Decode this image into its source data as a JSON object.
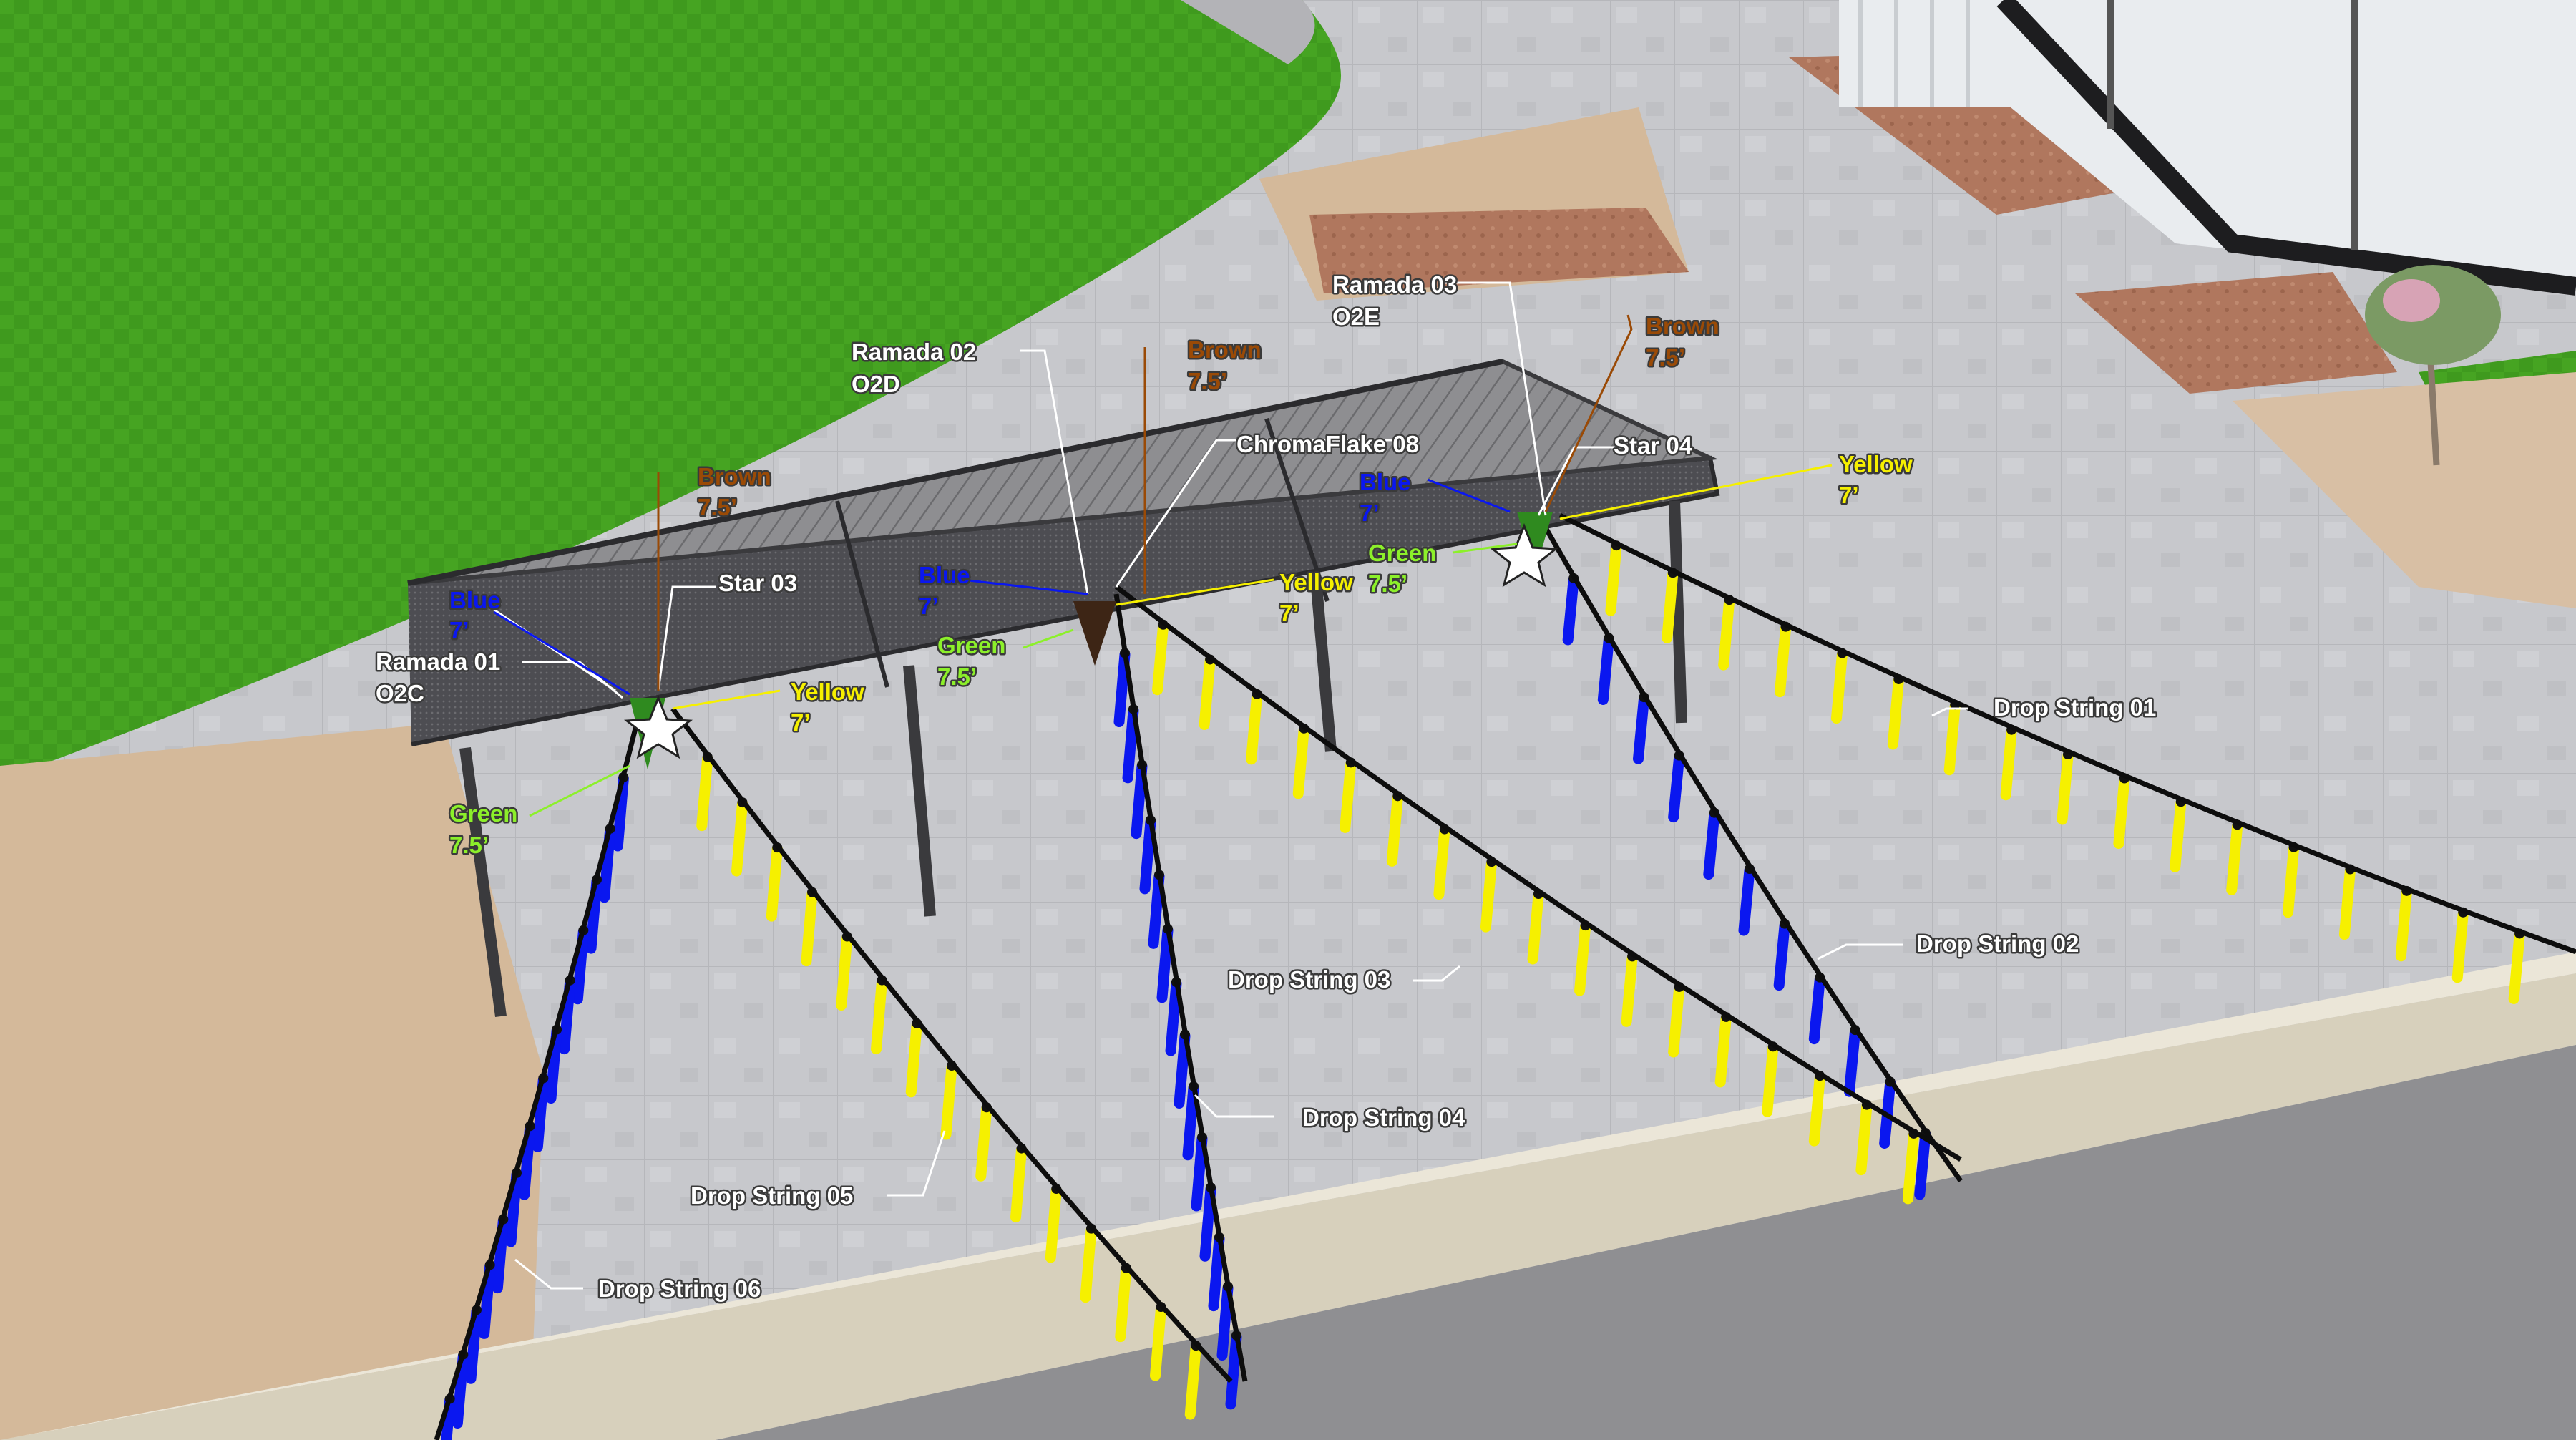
{
  "colors": {
    "blue": "#0a17f0",
    "yellow": "#f6f000",
    "green": "#8cf02a",
    "brown": "#9a4a06",
    "white": "#ffffff",
    "grass": "#3f9a1e",
    "pavement": "#c7c8cc",
    "sand": "#d4b99a",
    "brick": "#b0775e",
    "asphalt": "#8f8f92"
  },
  "ramadas": [
    {
      "name": "Ramada 01",
      "code": "O2C"
    },
    {
      "name": "Ramada 02",
      "code": "O2D"
    },
    {
      "name": "Ramada 03",
      "code": "O2E"
    }
  ],
  "tree_labels": [
    {
      "color_name": "Blue",
      "height": "7’"
    },
    {
      "color_name": "Brown",
      "height": "7.5’"
    },
    {
      "color_name": "Yellow",
      "height": "7’"
    },
    {
      "color_name": "Green",
      "height": "7.5’"
    }
  ],
  "labels": {
    "blue_1": "Blue",
    "blue_1_h": "7’",
    "brown_1": "Brown",
    "brown_1_h": "7.5’",
    "star_03": "Star 03",
    "yellow_1": "Yellow",
    "yellow_1_h": "7’",
    "green_1": "Green",
    "green_1_h": "7.5’",
    "brown_2": "Brown",
    "brown_2_h": "7.5’",
    "chromaflake": "ChromaFlake 08",
    "blue_2": "Blue",
    "blue_2_h": "7’",
    "yellow_2": "Yellow",
    "yellow_2_h": "7’",
    "green_2": "Green",
    "green_2_h": "7.5’",
    "brown_3": "Brown",
    "brown_3_h": "7.5’",
    "star_04": "Star 04",
    "blue_3": "Blue",
    "blue_3_h": "7’",
    "yellow_3": "Yellow",
    "yellow_3_h": "7’",
    "green_3": "Green",
    "green_3_h": "7.5’"
  },
  "drop_strings": [
    {
      "name": "Drop String 01",
      "color": "yellow"
    },
    {
      "name": "Drop String 02",
      "color": "blue"
    },
    {
      "name": "Drop String 03",
      "color": "yellow"
    },
    {
      "name": "Drop String 04",
      "color": "blue"
    },
    {
      "name": "Drop String 05",
      "color": "yellow"
    },
    {
      "name": "Drop String 06",
      "color": "blue"
    }
  ]
}
